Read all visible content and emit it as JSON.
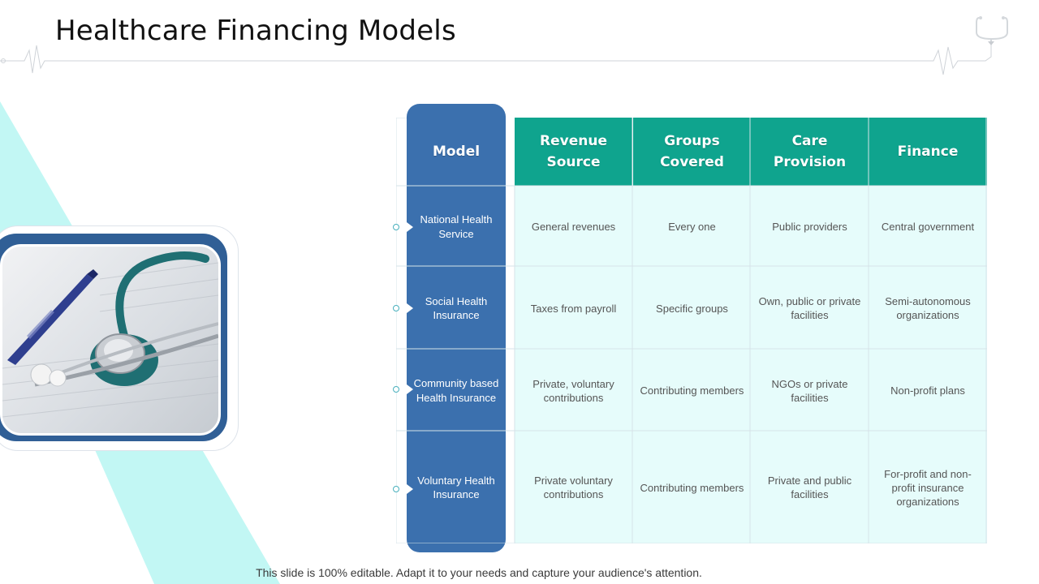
{
  "title": "Healthcare Financing Models",
  "footer": "This slide is 100% editable. Adapt it to your needs and capture your audience's attention.",
  "colors": {
    "model_column": "#3b70ae",
    "header_teal": "#0fa48e",
    "cell_background": "#e6fcfb",
    "accent_band": "#c2f7f4"
  },
  "icons": [
    "stethoscope-photo",
    "stethoscope-icon",
    "heartbeat-line"
  ],
  "table": {
    "headers": [
      "Model",
      "Revenue Source",
      "Groups Covered",
      "Care Provision",
      "Finance"
    ],
    "rows": [
      {
        "model": "National Health Service",
        "revenue_source": "General revenues",
        "groups_covered": "Every one",
        "care_provision": "Public providers",
        "finance": "Central government"
      },
      {
        "model": "Social Health Insurance",
        "revenue_source": "Taxes from payroll",
        "groups_covered": "Specific groups",
        "care_provision": "Own, public or private facilities",
        "finance": "Semi-autonomous organizations"
      },
      {
        "model": "Community based Health Insurance",
        "revenue_source": "Private, voluntary contributions",
        "groups_covered": "Contributing members",
        "care_provision": "NGOs or private facilities",
        "finance": "Non-profit plans"
      },
      {
        "model": "Voluntary Health Insurance",
        "revenue_source": "Private voluntary contributions",
        "groups_covered": "Contributing members",
        "care_provision": "Private and public facilities",
        "finance": "For-profit and non-profit insurance organizations"
      }
    ]
  }
}
